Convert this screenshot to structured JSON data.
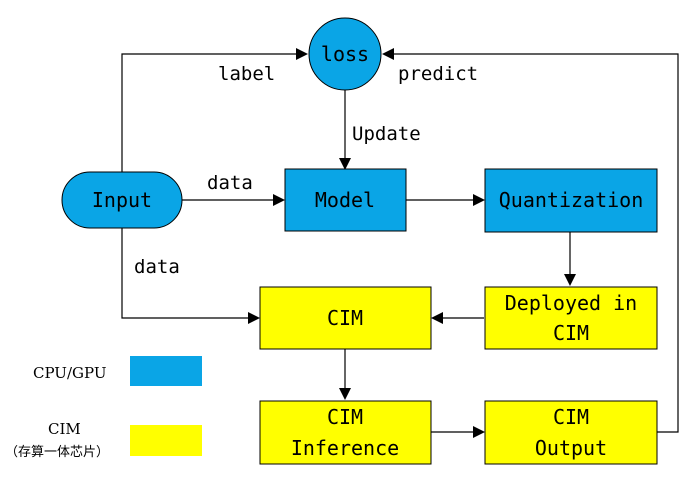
{
  "colors": {
    "cpu_gpu": "#0AA5E6",
    "cim": "#FFFF00",
    "stroke": "#000000"
  },
  "nodes": {
    "loss": "loss",
    "input": "Input",
    "model": "Model",
    "quantization": "Quantization",
    "deployed_line1": "Deployed in",
    "deployed_line2": "CIM",
    "cim": "CIM",
    "inference_line1": "CIM",
    "inference_line2": "Inference",
    "output_line1": "CIM",
    "output_line2": "Output"
  },
  "edges": {
    "label": "label",
    "predict": "predict",
    "update": "Update",
    "data_model": "data",
    "data_cim": "data"
  },
  "legend": {
    "cpu_gpu": "CPU/GPU",
    "cim": "CIM",
    "cim_sub": "（存算一体芯片）"
  }
}
